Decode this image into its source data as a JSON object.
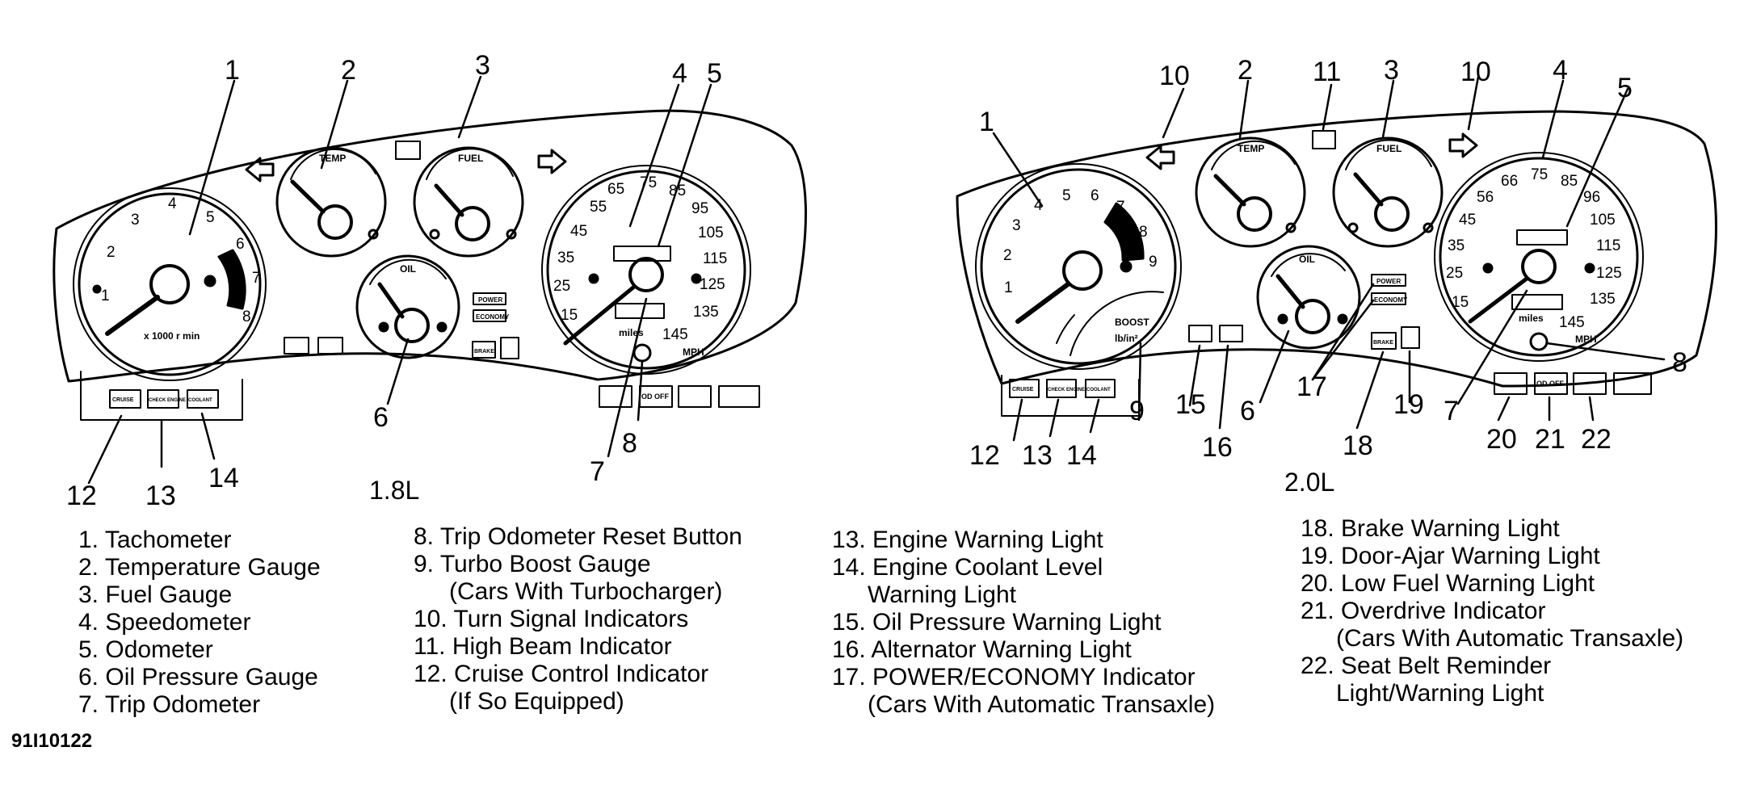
{
  "figure_id": "91I10122",
  "variants": [
    {
      "label": "1.8L",
      "callouts": [
        "1",
        "2",
        "3",
        "4",
        "5",
        "6",
        "7",
        "8",
        "12",
        "13",
        "14"
      ],
      "tach_numbers": [
        "1",
        "2",
        "3",
        "4",
        "5",
        "6",
        "7",
        "8"
      ],
      "tach_unit": "x 1000 r min",
      "speedo_numbers": [
        "15",
        "25",
        "35",
        "45",
        "55",
        "65",
        "75",
        "85",
        "95",
        "105",
        "115",
        "125",
        "135",
        "145"
      ],
      "speedo_units": [
        "miles",
        "MPH"
      ],
      "gauge_labels": {
        "temp": "TEMP",
        "fuel": "FUEL",
        "oil": "OIL"
      },
      "indicator_labels": [
        "POWER",
        "ECONOMY",
        "CRUISE",
        "CHECK ENGINE",
        "COOLANT",
        "BRAKE",
        "OD OFF"
      ]
    },
    {
      "label": "2.0L",
      "callouts": [
        "1",
        "2",
        "3",
        "4",
        "5",
        "6",
        "7",
        "8",
        "9",
        "10",
        "10",
        "11",
        "12",
        "13",
        "14",
        "15",
        "16",
        "17",
        "18",
        "19",
        "20",
        "21",
        "22"
      ],
      "tach_numbers": [
        "1",
        "2",
        "3",
        "4",
        "5",
        "6",
        "7",
        "8",
        "9"
      ],
      "boost_label": "BOOST",
      "boost_unit": "lb/in²",
      "speedo_numbers": [
        "15",
        "25",
        "35",
        "45",
        "56",
        "66",
        "75",
        "85",
        "96",
        "105",
        "115",
        "125",
        "135",
        "145"
      ],
      "speedo_units": [
        "miles",
        "MPH"
      ],
      "gauge_labels": {
        "temp": "TEMP",
        "fuel": "FUEL",
        "oil": "OIL"
      },
      "indicator_labels": [
        "POWER",
        "ECONOMY",
        "CRUISE",
        "CHECK ENGINE",
        "COOLANT",
        "BRAKE",
        "OD OFF"
      ]
    }
  ],
  "legend": {
    "col1": [
      "1. Tachometer",
      "2. Temperature Gauge",
      "3. Fuel Gauge",
      "4. Speedometer",
      "5. Odometer",
      "6. Oil Pressure Gauge",
      "7. Trip Odometer"
    ],
    "col2": [
      {
        "line": "8. Trip Odometer Reset Button"
      },
      {
        "line": "9. Turbo Boost Gauge",
        "cont": "(Cars With Turbocharger)"
      },
      {
        "line": "10. Turn Signal Indicators"
      },
      {
        "line": "11. High Beam Indicator"
      },
      {
        "line": "12. Cruise Control Indicator",
        "cont": "(If So Equipped)"
      }
    ],
    "col3": [
      {
        "line": "13. Engine Warning Light"
      },
      {
        "line": "14. Engine Coolant Level",
        "cont": "Warning Light"
      },
      {
        "line": "15. Oil Pressure Warning Light"
      },
      {
        "line": "16. Alternator Warning Light"
      },
      {
        "line": "17. POWER/ECONOMY Indicator",
        "cont": "(Cars With Automatic Transaxle)"
      }
    ],
    "col4": [
      {
        "line": "18. Brake Warning Light"
      },
      {
        "line": "19. Door-Ajar Warning Light"
      },
      {
        "line": "20. Low Fuel Warning Light"
      },
      {
        "line": "21. Overdrive Indicator",
        "cont": "(Cars With Automatic Transaxle)"
      },
      {
        "line": "22. Seat Belt Reminder",
        "cont": "Light/Warning Light"
      }
    ]
  }
}
